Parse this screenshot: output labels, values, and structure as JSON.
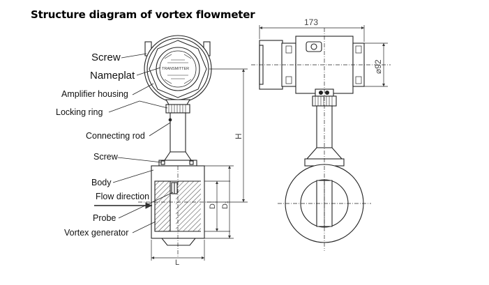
{
  "title": "Structure diagram of vortex flowmeter",
  "labels": {
    "screw_top": "Screw",
    "nameplate": "Nameplat",
    "amplifier_housing": "Amplifier housing",
    "locking_ring": "Locking ring",
    "connecting_rod": "Connecting rod",
    "screw_lower": "Screw",
    "body": "Body",
    "flow_direction": "Flow direction",
    "probe": "Probe",
    "vortex_generator": "Vortex generator"
  },
  "nameplate_text": {
    "transmitter": "TRANSMITTER"
  },
  "dimensions": {
    "width": "173",
    "diameter": "⌀92",
    "height": "H",
    "D": "D",
    "D1": "D₁",
    "L": "L"
  }
}
